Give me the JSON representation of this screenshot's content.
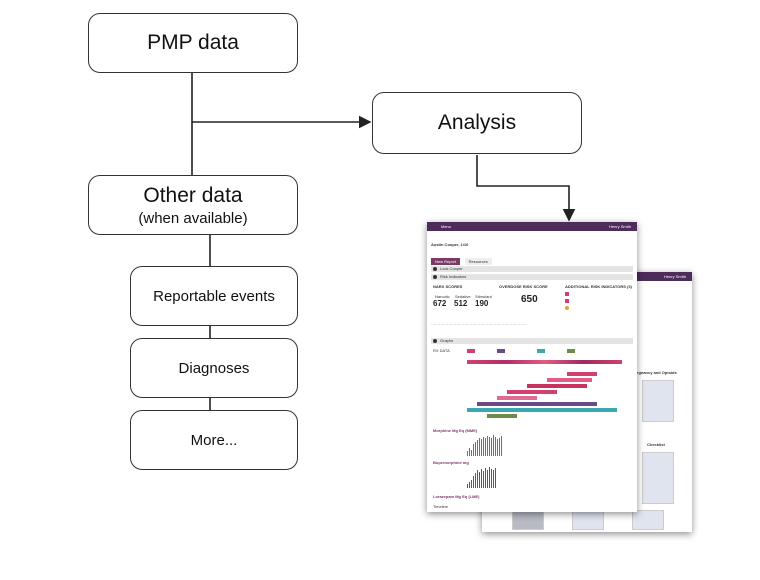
{
  "flowchart": {
    "pmp_data": "PMP data",
    "analysis": "Analysis",
    "other_data": "Other data",
    "other_data_note": "(when available)",
    "reportable_events": "Reportable events",
    "diagnoses": "Diagnoses",
    "more": "More..."
  },
  "report_front": {
    "menu": "Menu",
    "user": "Henry Smith",
    "patient": "Austin Cooper, 1/10",
    "tab_new_report": "New Report",
    "tab_resources": "Resources",
    "section_patient": "Lock Cooper",
    "section_risk": "Risk Indicators",
    "narx_scores_label": "NARX SCORES",
    "overdose_risk_label": "OVERDOSE RISK SCORE",
    "additional_risk_label": "ADDITIONAL RISK INDICATORS (3)",
    "narcotic_label": "Narcotic",
    "sedative_label": "Sedative",
    "stimulant_label": "Stimulant",
    "narcotic_score": "672",
    "sedative_score": "512",
    "stimulant_score": "190",
    "overdose_score": "650",
    "section_graphs": "Graphs",
    "rx_label": "RX DATA",
    "morphine_label": "Morphine Mg Eq (MME)",
    "buprenorphine_label": "Buprenorphine mg",
    "lorazepam_label": "Lorazepam Mg Eq (LME)",
    "timeline_label": "Timeline"
  },
  "report_back": {
    "user": "Henry Smith",
    "pregnancy_label": "Pregnancy and Opioids",
    "checklist_label": "Checklist"
  },
  "colors": {
    "header_purple": "#4d2c5c",
    "narcotic_pink": "#d2406e",
    "sedative_purple": "#6a4a86",
    "stimulant_teal": "#3aa7b2",
    "buprenorphine_green": "#6d8c4a"
  }
}
